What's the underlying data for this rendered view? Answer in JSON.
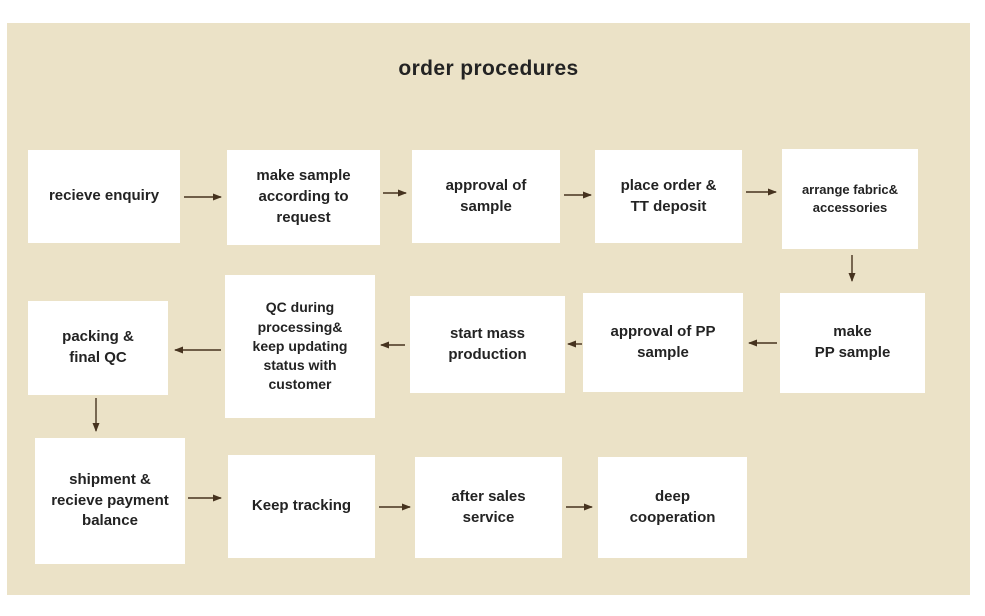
{
  "title": "order procedures",
  "colors": {
    "panel-bg": "#ebe2c7",
    "box-bg": "#ffffff",
    "text": "#232323",
    "arrow": "#46331f"
  },
  "steps": [
    {
      "label": "recieve enquiry"
    },
    {
      "label": "make sample\naccording to\nrequest"
    },
    {
      "label": "approval of\nsample"
    },
    {
      "label": "place order &\nTT deposit"
    },
    {
      "label": "arrange fabric&\naccessories"
    },
    {
      "label": "make\nPP sample"
    },
    {
      "label": "approval of PP\nsample"
    },
    {
      "label": "start mass\nproduction"
    },
    {
      "label": "QC during\nprocessing&\nkeep updating\nstatus with\ncustomer"
    },
    {
      "label": "packing &\nfinal QC"
    },
    {
      "label": "shipment &\nrecieve payment\nbalance"
    },
    {
      "label": "Keep tracking"
    },
    {
      "label": "after sales\nservice"
    },
    {
      "label": "deep\ncooperation"
    }
  ],
  "arrows": [
    {
      "from": "recieve enquiry",
      "to": "make sample according to request",
      "direction": "right"
    },
    {
      "from": "make sample according to request",
      "to": "approval of sample",
      "direction": "right"
    },
    {
      "from": "approval of sample",
      "to": "place order & TT deposit",
      "direction": "right"
    },
    {
      "from": "place order & TT deposit",
      "to": "arrange fabric& accessories",
      "direction": "right"
    },
    {
      "from": "arrange fabric& accessories",
      "to": "make PP sample",
      "direction": "down"
    },
    {
      "from": "make PP sample",
      "to": "approval of PP sample",
      "direction": "left"
    },
    {
      "from": "approval of PP sample",
      "to": "start mass production",
      "direction": "left"
    },
    {
      "from": "start mass production",
      "to": "QC during processing& keep updating status with customer",
      "direction": "left"
    },
    {
      "from": "QC during processing& keep updating status with customer",
      "to": "packing & final QC",
      "direction": "left"
    },
    {
      "from": "packing & final QC",
      "to": "shipment & recieve payment balance",
      "direction": "down"
    },
    {
      "from": "shipment & recieve payment balance",
      "to": "Keep tracking",
      "direction": "right"
    },
    {
      "from": "Keep tracking",
      "to": "after sales service",
      "direction": "right"
    },
    {
      "from": "after sales service",
      "to": "deep cooperation",
      "direction": "right"
    }
  ]
}
